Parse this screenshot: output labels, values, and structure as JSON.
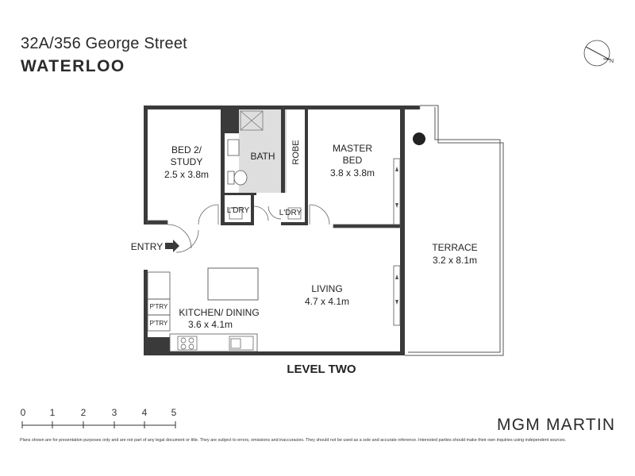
{
  "address": {
    "street": "32A/356 George Street",
    "suburb": "WATERLOO"
  },
  "rooms": {
    "bed2": {
      "name_line1": "BED 2/",
      "name_line2": "STUDY",
      "dims": "2.5 x 3.8m"
    },
    "bath": {
      "name": "BATH"
    },
    "robe": {
      "name": "ROBE"
    },
    "master": {
      "name_line1": "MASTER",
      "name_line2": "BED",
      "dims": "3.8 x 3.8m"
    },
    "laundry1": {
      "name": "L'DRY"
    },
    "laundry2": {
      "name": "L'DRY"
    },
    "terrace": {
      "name": "TERRACE",
      "dims": "3.2 x 8.1m"
    },
    "entry": {
      "name": "ENTRY"
    },
    "living": {
      "name": "LIVING",
      "dims": "4.7 x 4.1m"
    },
    "kitchen": {
      "name": "KITCHEN/ DINING",
      "dims": "3.6 x 4.1m"
    },
    "pantry1": {
      "name": "P'TRY"
    },
    "pantry2": {
      "name": "P'TRY"
    }
  },
  "level_label": "LEVEL TWO",
  "scale_labels": [
    "0",
    "1",
    "2",
    "3",
    "4",
    "5"
  ],
  "compass_letter": "N",
  "brand": "MGM MARTIN",
  "disclaimer": "Plans shown are for presentation purposes only and are not part of any legal document or title. They are subject to errors, omissions and inaccuracies. They should not be used as a sole and accurate reference. Interested parties should make their own inquiries using independent sources."
}
